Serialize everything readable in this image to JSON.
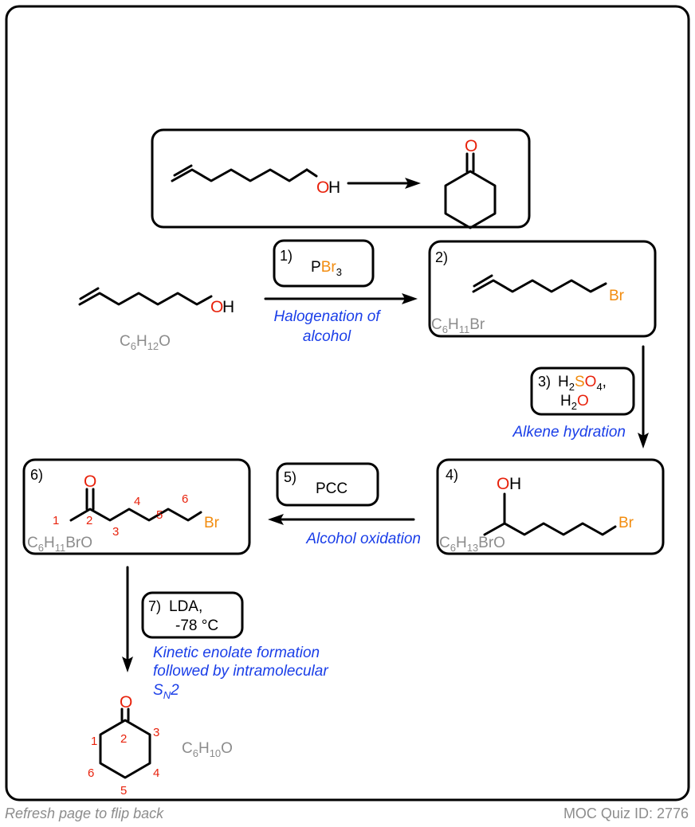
{
  "footer": {
    "flip_hint": "Refresh page to flip back",
    "quiz_id": "MOC Quiz ID: 2776"
  },
  "colors": {
    "oxygen": "#e8220c",
    "bromine": "#f28c0f",
    "condition_text": "#1a3ee8",
    "formula_text": "#8c8c8c",
    "carbon_number": "#e8220c"
  },
  "atoms": {
    "O": "O",
    "H": "H",
    "Br": "Br",
    "OH_O": "O",
    "OH_H": "H"
  },
  "summary": {},
  "steps": [
    {
      "number": "1)",
      "reagent_pre": "P",
      "reagent_br": "Br",
      "reagent_sub": "3",
      "condition": [
        "Halogenation of",
        "alcohol"
      ]
    },
    {
      "number": "2)"
    },
    {
      "number": "3)",
      "reagent_line1_pre": "H",
      "reagent_line1_sub": "2",
      "reagent_line1_s": "S",
      "reagent_line1_o": "O",
      "reagent_line1_sub2": "4",
      "reagent_line1_comma": ",",
      "reagent_line2_h": "H",
      "reagent_line2_sub": "2",
      "reagent_line2_o": "O",
      "condition": [
        "Alkene hydration"
      ]
    },
    {
      "number": "4)"
    },
    {
      "number": "5)",
      "reagent": "PCC",
      "condition": [
        "Alcohol oxidation"
      ]
    },
    {
      "number": "6)"
    },
    {
      "number": "7)",
      "reagent_line1": "LDA,",
      "reagent_line2": "-78 °C",
      "condition": [
        "Kinetic enolate formation",
        "followed by intramolecular",
        "S",
        "N",
        "2"
      ]
    }
  ],
  "formulas": {
    "start": {
      "c": "C",
      "c_sub": "6",
      "h": "H",
      "h_sub": "12",
      "o": "O"
    },
    "bromide": {
      "c": "C",
      "c_sub": "6",
      "h": "H",
      "h_sub": "11",
      "rest": "Br"
    },
    "alcohol": {
      "c": "C",
      "c_sub": "6",
      "h": "H",
      "h_sub": "13",
      "rest": "BrO"
    },
    "ketone": {
      "c": "C",
      "c_sub": "6",
      "h": "H",
      "h_sub": "11",
      "rest": "BrO"
    },
    "product": {
      "c": "C",
      "c_sub": "6",
      "h": "H",
      "h_sub": "10",
      "o": "O"
    }
  },
  "carbon_numbers": {
    "ketone": [
      "1",
      "2",
      "3",
      "4",
      "5",
      "6"
    ],
    "product": [
      "1",
      "2",
      "3",
      "4",
      "5",
      "6"
    ]
  }
}
